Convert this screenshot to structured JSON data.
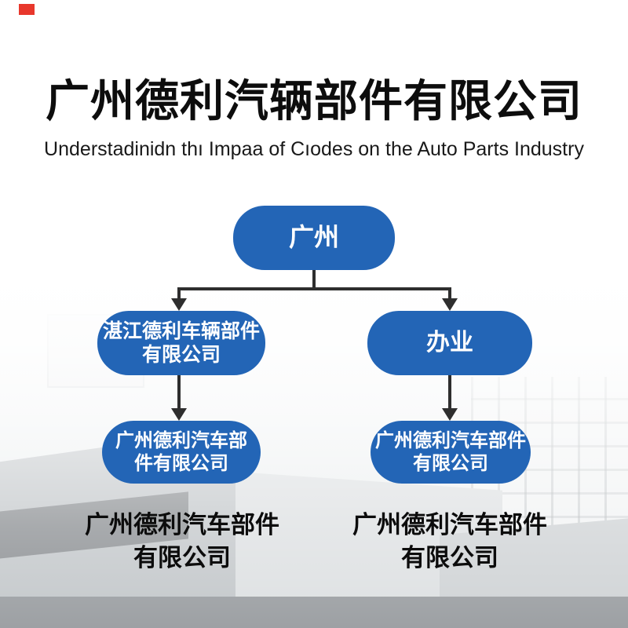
{
  "header": {
    "title": "广州德利汽辆部件有限公司",
    "subtitle": "Understadinidn thı Impaa of Cıodes on the Auto Parts Industry"
  },
  "colors": {
    "node_fill": "#2365b6",
    "node_text": "#ffffff",
    "connector": "#2e2e2e",
    "title_text": "#0d0d0d",
    "red_mark": "#e8372c",
    "background": "#ffffff"
  },
  "org_chart": {
    "root": {
      "label": "广州"
    },
    "level2": [
      {
        "line1": "湛江德利车辆部件",
        "line2": "有限公司"
      },
      {
        "line1": "办业",
        "line2": ""
      }
    ],
    "level3": [
      {
        "line1": "广州德利汽车部",
        "line2": "件有限公司"
      },
      {
        "line1": "广州德利汽车部件",
        "line2": "有限公司"
      }
    ]
  },
  "footer_labels": [
    {
      "line1": "广州德利汽车部件",
      "line2": "有限公司"
    },
    {
      "line1": "广州德利汽车部件",
      "line2": "有限公司"
    }
  ]
}
